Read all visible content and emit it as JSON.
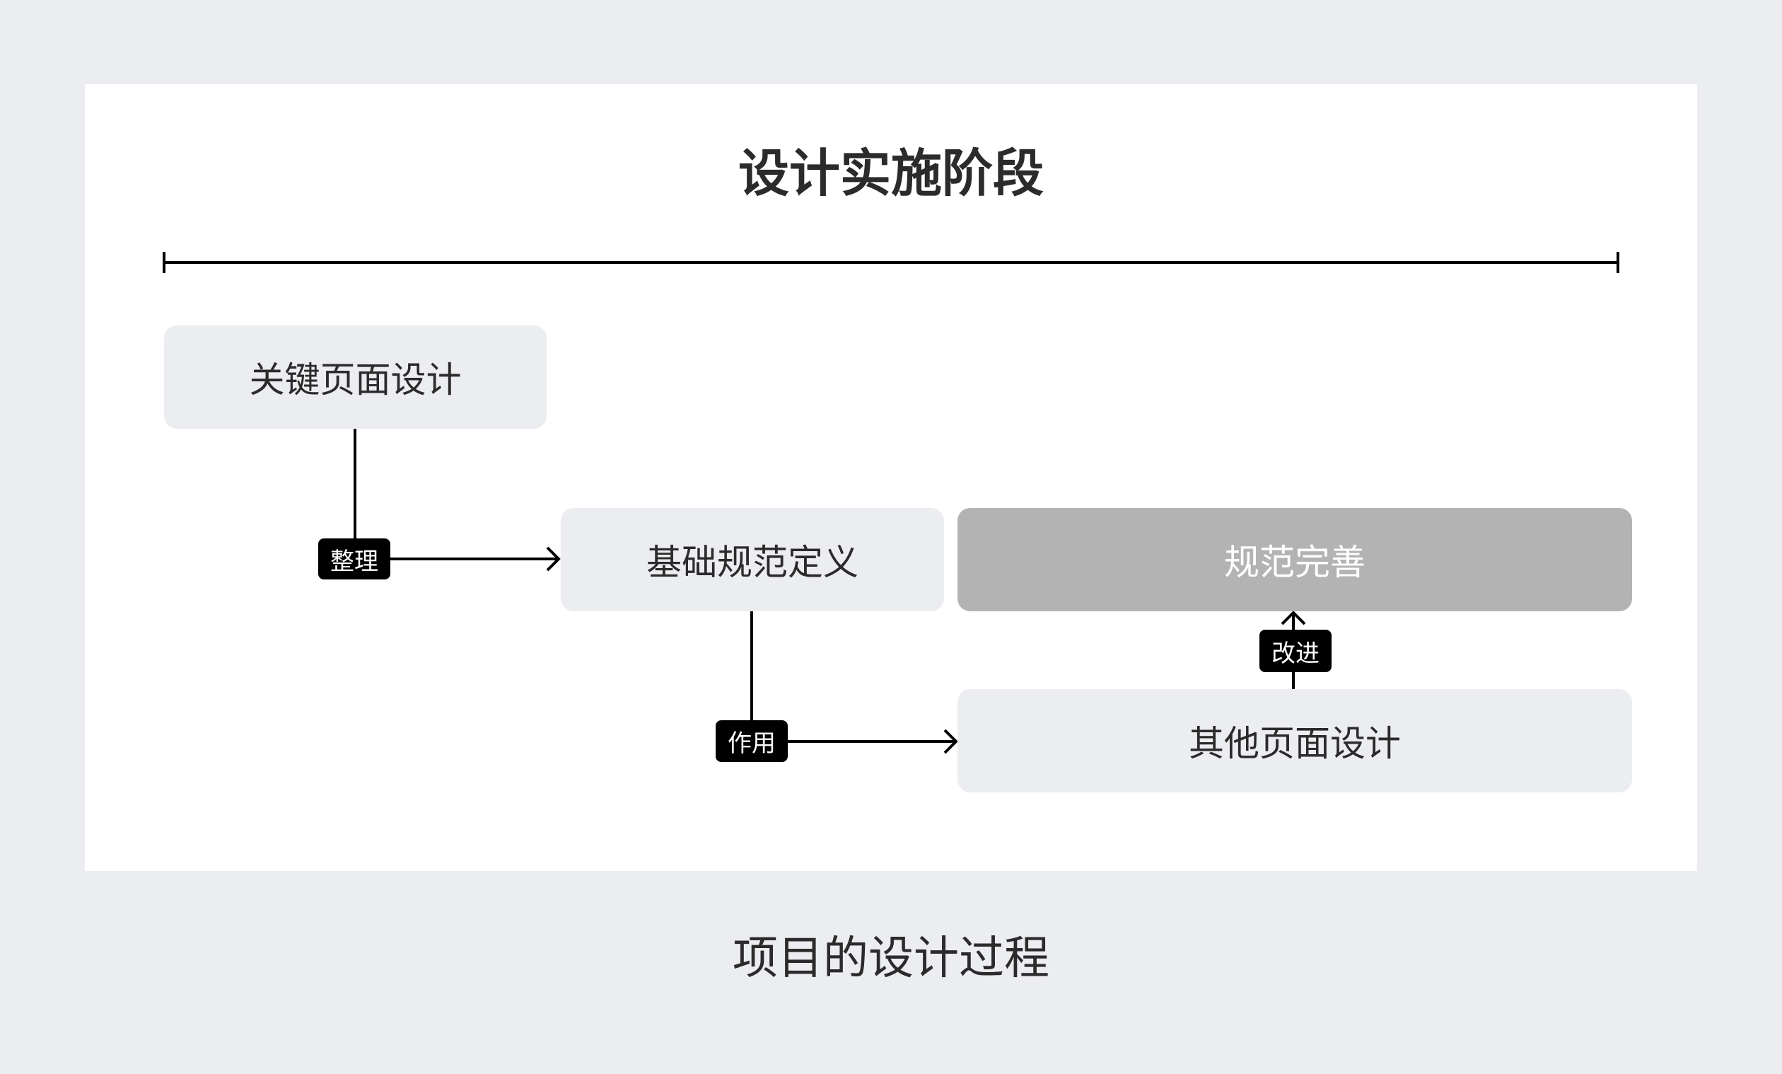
{
  "title": "设计实施阶段",
  "caption": "项目的设计过程",
  "nodes": {
    "key_pages": "关键页面设计",
    "spec_define": "基础规范定义",
    "spec_refine": "规范完善",
    "other_pages": "其他页面设计"
  },
  "tags": {
    "organize": "整理",
    "apply": "作用",
    "improve": "改进"
  },
  "colors": {
    "page_bg": "#ecedf0",
    "card_bg": "#ffffff",
    "node_bg": "#ecedf0",
    "node_dark_bg": "#b3b3b3",
    "tag_bg": "#000000",
    "text": "#2b2b2b"
  }
}
